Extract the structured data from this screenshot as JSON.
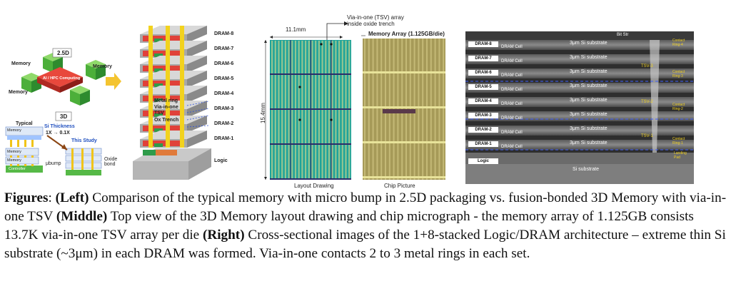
{
  "left": {
    "pkg_25d": "2.5D",
    "pkg_3d": "3D",
    "memory": "Memory",
    "ai_hpc": "AI / HPC Computing",
    "typical": "Typical",
    "si_thickness": "Si Thickness",
    "si_ratio": "1X → 0.1X",
    "this_study": "This Study",
    "ubump": "μbump",
    "oxide_bond": "Oxide bond",
    "controller": "Controller",
    "metal_ring": "Metal ring",
    "via_in_one_tsv": "Via-in-one TSV",
    "ox_trench": "Ox Trench",
    "logic": "Logic",
    "dram_layers": [
      "DRAM-8",
      "DRAM-7",
      "DRAM-6",
      "DRAM-5",
      "DRAM-4",
      "DRAM-3",
      "DRAM-2",
      "DRAM-1"
    ]
  },
  "middle": {
    "width_label": "11.1mm",
    "height_label": "15.4mm",
    "tsv_note_line1": "Via-in-one (TSV) array",
    "tsv_note_line2": "inside oxide trench",
    "memory_array": "Memory Array (1.125GB/die)",
    "layout_drawing": "Layout Drawing",
    "chip_picture": "Chip Picture"
  },
  "right": {
    "top_label": "Bit Str",
    "dram_labels": [
      "DRAM-8",
      "DRAM-7",
      "DRAM-6",
      "DRAM-5",
      "DRAM-4",
      "DRAM-3",
      "DRAM-2",
      "DRAM-1"
    ],
    "dram_cell": "DRAM Cell",
    "si_substrate_3um": "3μm Si substrate",
    "logic": "Logic",
    "si_substrate": "Si substrate",
    "tsv_labels": [
      "TSV-3",
      "TSV-2",
      "TSV-1"
    ],
    "contact_rings": [
      "Contact Ring-4",
      "Contact Ring-3",
      "Contact Ring-2",
      "Contact Ring-1"
    ],
    "landing_pad": "Landing Pad"
  },
  "caption": {
    "figures": "Figures",
    "colon": ": ",
    "left_tag": "(Left)",
    "left_text": " Comparison of the typical memory with micro bump in 2.5D packaging vs. fusion-bonded 3D Memory with via-in-one TSV ",
    "middle_tag": "(Middle)",
    "middle_text": " Top view of the 3D Memory layout drawing and chip micrograph - the memory array of 1.125GB consists 13.7K via-in-one TSV array per die ",
    "right_tag": "(Right)",
    "right_text": " Cross-sectional images of the 1+8-stacked Logic/DRAM architecture – extreme thin Si substrate (~3μm) in each DRAM was formed. Via-in-one contacts 2 to 3 metal rings in each set."
  }
}
